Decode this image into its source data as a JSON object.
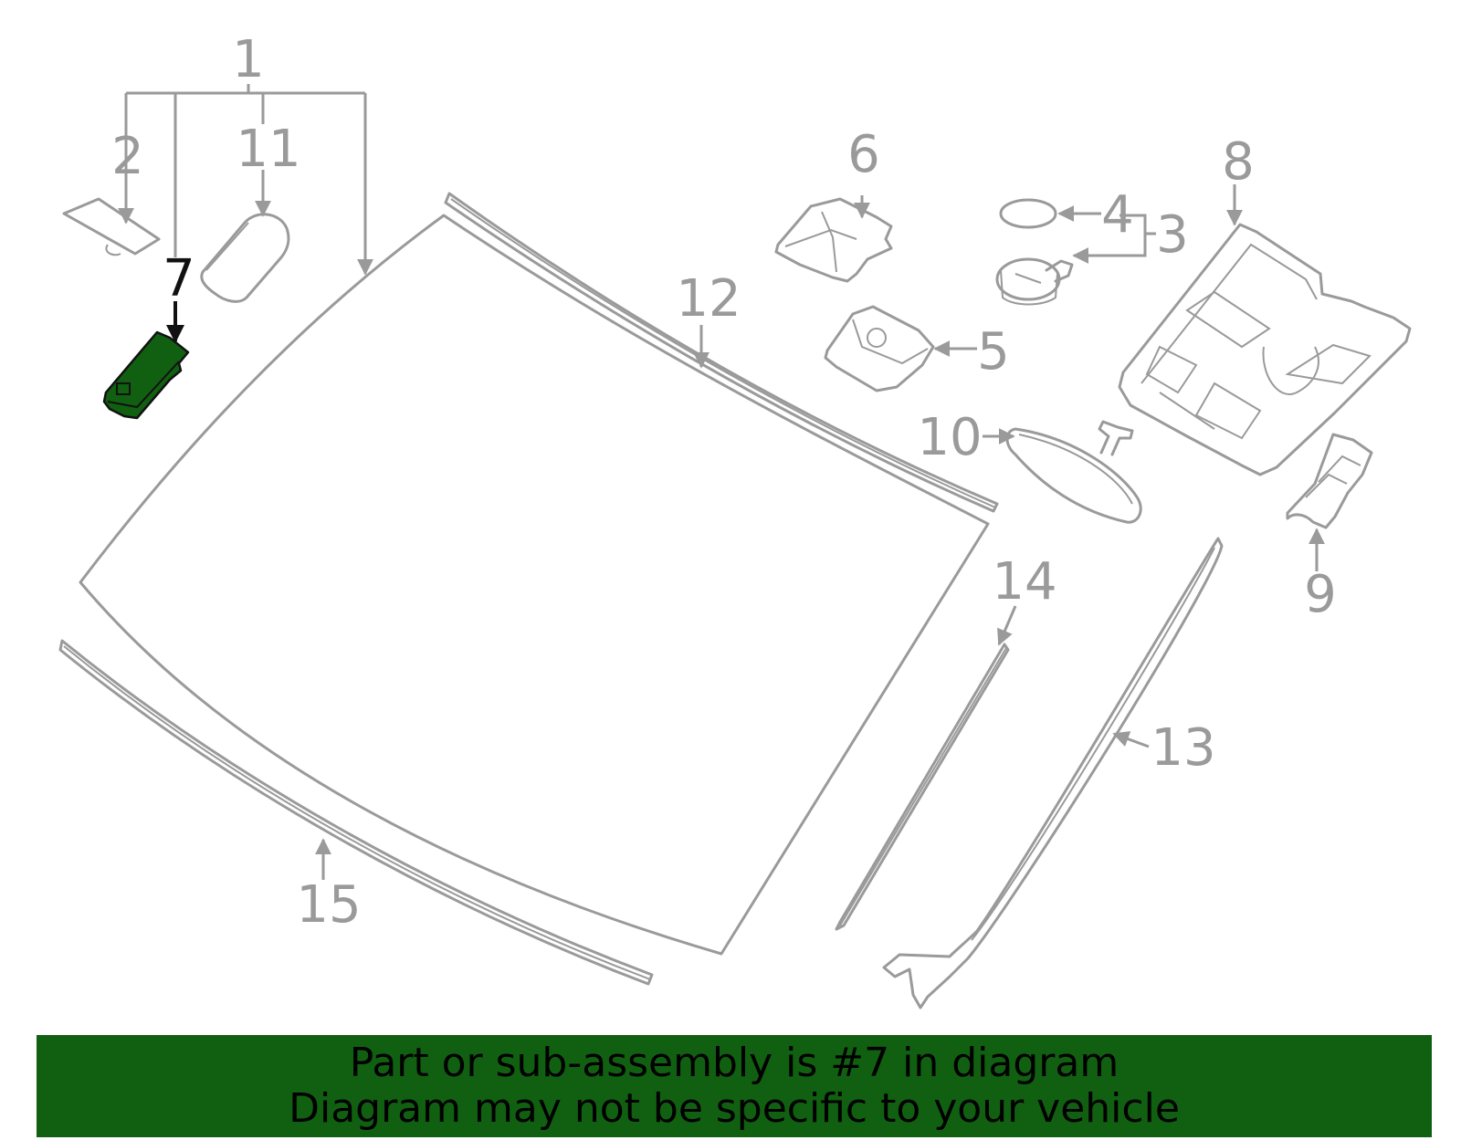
{
  "colors": {
    "highlight_fill": "#116011",
    "line": "#9a9a9a",
    "highlight_label": "#111111",
    "banner_bg": "#116011"
  },
  "callouts": {
    "c1": "1",
    "c2": "2",
    "c3": "3",
    "c4": "4",
    "c5": "5",
    "c6": "6",
    "c7": "7",
    "c8": "8",
    "c9": "9",
    "c10": "10",
    "c11": "11",
    "c12": "12",
    "c13": "13",
    "c14": "14",
    "c15": "15"
  },
  "highlighted_part": "7",
  "banner": {
    "line1": "Part or sub-assembly is #7 in diagram",
    "line2": "Diagram may not be specific to your vehicle"
  }
}
